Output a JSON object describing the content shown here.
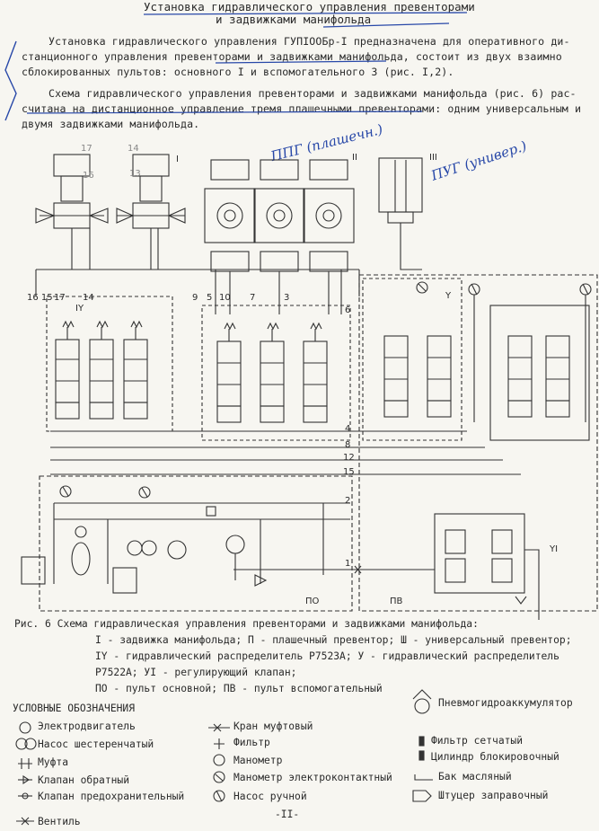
{
  "title": {
    "line1": "Установка гидравлического управления превенторами",
    "line2": "и задвижками манифольда"
  },
  "intro": {
    "p1_line1": "Установка гидравлического управления ГУПIООБр-I предназначена для оперативного ди-",
    "p1_line2": "станционного управления превенторами и задвижками манифольда, состоит из двух взаимно",
    "p1_line3": "сблокированных пультов: основного I и вспомогательного 3 (рис. I,2).",
    "p2_line1": "Схема гидравлического управления превенторами и задвижками манифольда (рис. 6) рас-",
    "p2_line2": "считана на дистанционное управление тремя плашечными превенторами: одним универсальным и",
    "p2_line3": "двумя задвижками манифольда."
  },
  "handwriting": {
    "ppg": "ППГ (плашечн.)",
    "pug": "ПУГ (универ.)"
  },
  "diagram": {
    "roman": {
      "i": "I",
      "ii": "II",
      "iii": "III",
      "iv": "IY",
      "v": "Y",
      "vi": "YI"
    },
    "numbers": {
      "n17": "17",
      "n14a": "14",
      "n16": "16",
      "n13": "13",
      "n16_15": "16 15",
      "n17b": "17",
      "n14b": "14",
      "n9": "9",
      "n5": "5",
      "n10": "10",
      "n7": "7",
      "n3": "3",
      "n6": "6",
      "n4": "4",
      "n8": "8",
      "n12": "12",
      "n15": "15",
      "n2": "2",
      "n1": "1"
    },
    "panel_main": "ПО",
    "panel_aux": "ПВ"
  },
  "caption": {
    "line1": "Рис. 6    Схема гидравлическая управления превенторами и задвижками манифольда:",
    "line2": "I - задвижка манифольда; П - плашечный превентор; Ш - универсальный превентор;",
    "line3": "IY - гидравлический распределитель Р7523А; У - гидравлический распределитель",
    "line4": "Р7522А; УI - регулирующий клапан;",
    "line5": "ПО - пульт основной; ПВ - пульт вспомогательный"
  },
  "legend": {
    "heading": "УСЛОВНЫЕ ОБОЗНАЧЕНИЯ",
    "items": [
      {
        "icon": "motor-icon",
        "label": "Электродвигатель"
      },
      {
        "icon": "gear-pump-icon",
        "label": "Насос шестеренчатый"
      },
      {
        "icon": "coupling-icon",
        "label": "Муфта"
      },
      {
        "icon": "check-valve-icon",
        "label": "Клапан обратный"
      },
      {
        "icon": "safety-valve-icon",
        "label": "Клапан предохранительный"
      },
      {
        "icon": "gate-valve-icon",
        "label": "Вентиль"
      },
      {
        "icon": "socket-valve-icon",
        "label": "Кран муфтовый"
      },
      {
        "icon": "filter-icon",
        "label": "Фильтр"
      },
      {
        "icon": "gauge-icon",
        "label": "Манометр"
      },
      {
        "icon": "electrocontact-gauge-icon",
        "label": "Манометр электроконтактный"
      },
      {
        "icon": "hand-pump-icon",
        "label": "Насос ручной"
      },
      {
        "icon": "accumulator-icon",
        "label": "Пневмогидроаккумулятор"
      },
      {
        "icon": "mesh-filter-icon",
        "label": "Фильтр сетчатый"
      },
      {
        "icon": "lock-cylinder-icon",
        "label": "Цилиндр блокировочный"
      },
      {
        "icon": "oil-tank-icon",
        "label": "Бак масляный"
      },
      {
        "icon": "filler-fitting-icon",
        "label": "Штуцер заправочный"
      }
    ]
  },
  "page_number": "-II-"
}
